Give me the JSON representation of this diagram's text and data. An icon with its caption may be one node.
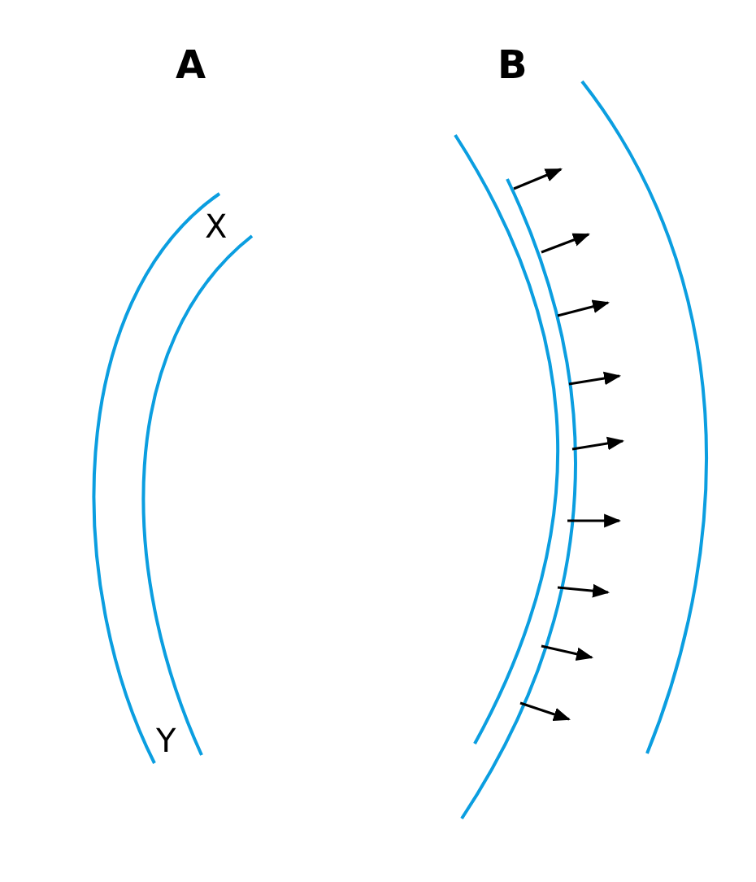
{
  "diagram": {
    "labels": [
      "A",
      "B",
      "X",
      "Y"
    ]
  }
}
